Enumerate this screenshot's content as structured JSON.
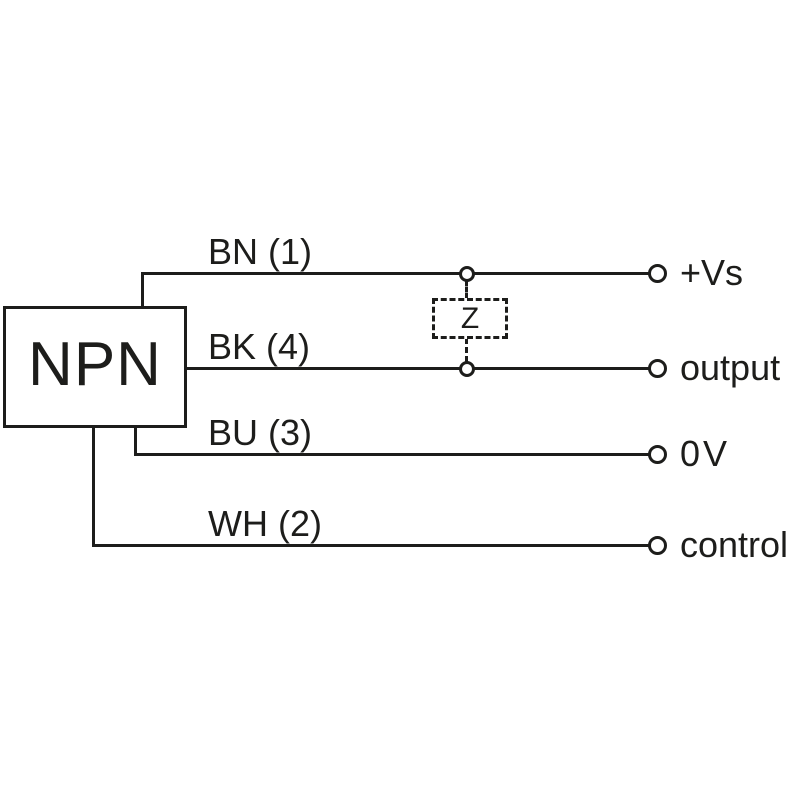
{
  "diagram": {
    "device_label": "NPN",
    "impedance_label": "Z",
    "wires": [
      {
        "wire_label": "BN (1)",
        "terminal_label": "+Vs"
      },
      {
        "wire_label": "BK (4)",
        "terminal_label": "output"
      },
      {
        "wire_label": "BU (3)",
        "terminal_label": "0V"
      },
      {
        "wire_label": "WH (2)",
        "terminal_label": "control"
      }
    ]
  },
  "colors": {
    "line": "#1d1d1b",
    "background": "#ffffff"
  }
}
